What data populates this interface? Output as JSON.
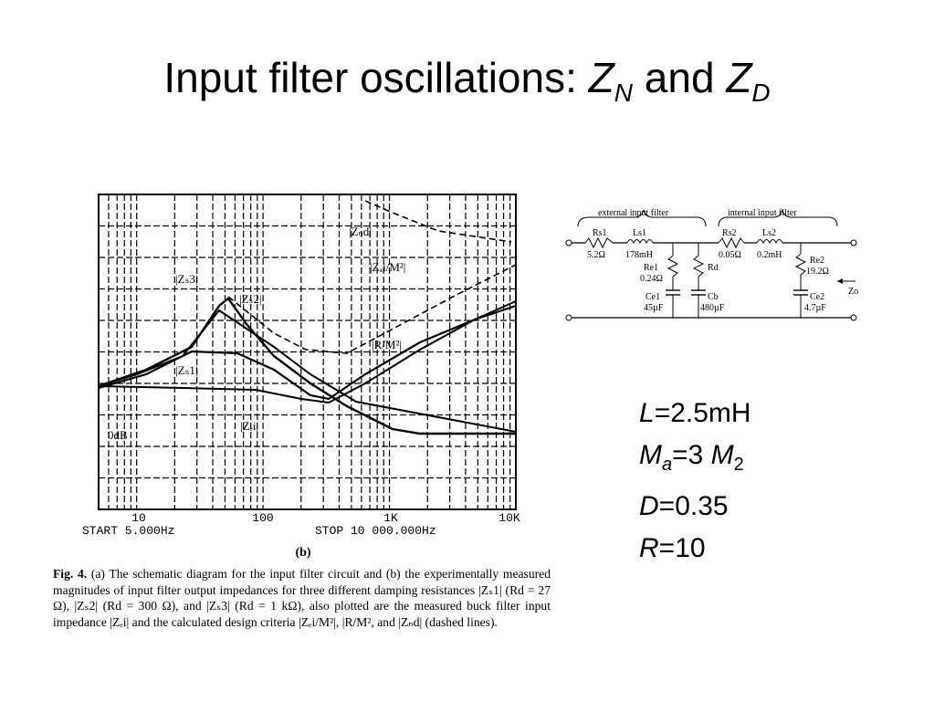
{
  "title": {
    "text": "Input filter oscillations:",
    "z1": "Z",
    "sub1": "N",
    "and": "and",
    "z2": "Z",
    "sub2": "D"
  },
  "plot": {
    "curve_labels": [
      "|Zₙd|",
      "|Zₐi/M²|",
      "|Zₛ3|",
      "|Zₛ2|",
      "|R/M²|",
      "|Zₛ1|",
      "|Zₑi|"
    ],
    "zero_db_label": "0dB",
    "x_tick_labels": [
      "10",
      "100",
      "1K",
      "10K"
    ],
    "start_label": "START 5.000Hz",
    "stop_label": "STOP 10 000.000Hz",
    "panel_label": "(b)"
  },
  "caption": {
    "fig": "Fig. 4.",
    "text": "(a) The schematic diagram for the input filter circuit and (b) the experimentally measured magnitudes of input filter output impedances for three different damping resistances |Zₛ1| (Rd = 27 Ω), |Zₛ2| (Rd = 300 Ω), and |Zₛ3| (Rd = 1 kΩ), also plotted are the measured buck filter input impedance |Zₑi| and the calculated design criteria |Zₑi/M²|, |R/M², and |Zₙd| (dashed lines)."
  },
  "schematic": {
    "ext_label": "external input filter",
    "int_label": "internal input filter",
    "rs1": "Rs1",
    "rs1_val": "5.2Ω",
    "ls1": "Ls1",
    "ls1_val": "178mH",
    "re1": "Re1",
    "re1_val": "0.24Ω",
    "ce1": "Ce1",
    "ce1_val": "45µF",
    "rd": "Rd",
    "cb": "Cb",
    "cb_val": "480µF",
    "rs2": "Rs2",
    "rs2_val": "0.05Ω",
    "ls2": "Ls2",
    "ls2_val": "0.2mH",
    "re2": "Re2",
    "re2_val": "19.2Ω",
    "ce2": "Ce2",
    "ce2_val": "4.7µF",
    "zo": "Zo"
  },
  "params": {
    "L": {
      "sym": "L",
      "val": "=2.5mH"
    },
    "Ma": {
      "sym": "M",
      "sub": "a",
      "eq": "=3 ",
      "sym2": "M",
      "sub2": "2"
    },
    "D": {
      "sym": "D",
      "val": "=0.35"
    },
    "R": {
      "sym": "R",
      "val": "=10"
    }
  }
}
